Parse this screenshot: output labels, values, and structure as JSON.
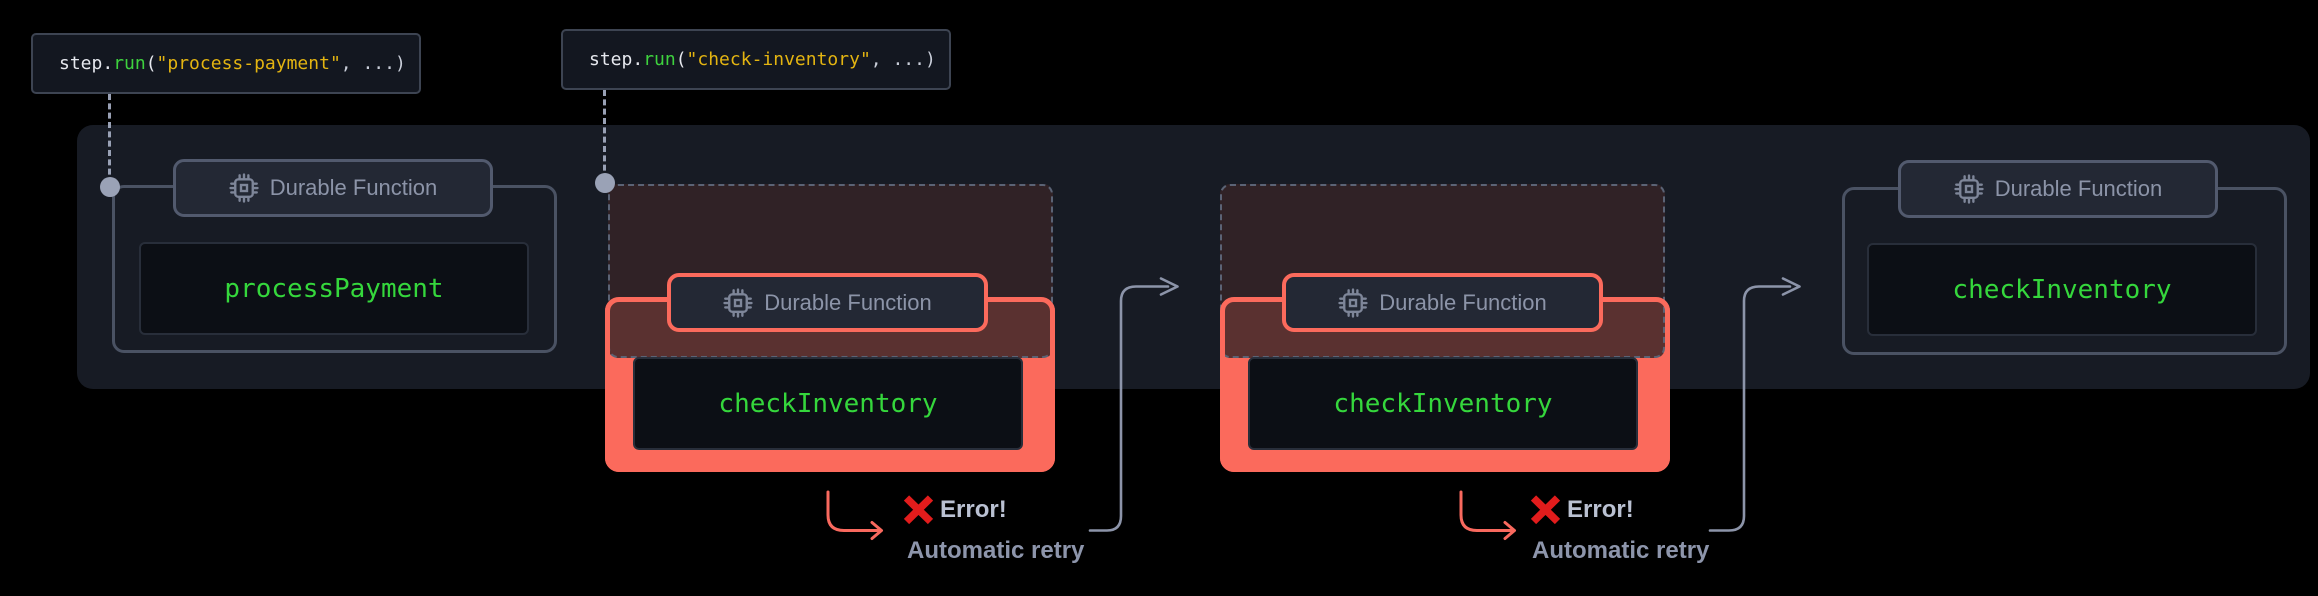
{
  "labels": {
    "durable_function": "Durable Function",
    "error": "Error!",
    "retry": "Automatic retry"
  },
  "tooltips": [
    {
      "pre": "step.",
      "fn": "run",
      "paren": "(",
      "str": "\"process-payment\"",
      "post": ", ...)"
    },
    {
      "pre": "step.",
      "fn": "run",
      "paren": "(",
      "str": "\"check-inventory\"",
      "post": ", ...)"
    }
  ],
  "functions": [
    {
      "name": "processPayment",
      "state": "success"
    },
    {
      "name": "checkInventory",
      "state": "error"
    },
    {
      "name": "checkInventory",
      "state": "error"
    },
    {
      "name": "checkInventory",
      "state": "success"
    }
  ],
  "icons": {
    "badge_icon": "chip-icon",
    "error_icon": "x-mark-icon"
  },
  "colors": {
    "page_background": "#000000",
    "band_background": "#171b24",
    "code_green": "#35d73c",
    "string_yellow": "#e3b411",
    "token_green": "#3ed23e",
    "error_salmon": "#fb6a5c",
    "error_x_red": "#e21c1c",
    "ghost_fill": "rgba(54,36,39,0.82)",
    "ghost_dash_border": "#5b6375",
    "box_border_gray": "#4a5263",
    "badge_text_gray": "#8c94a8",
    "connector_gray": "#8c94a9",
    "retry_text_gray": "#8d95ab"
  }
}
